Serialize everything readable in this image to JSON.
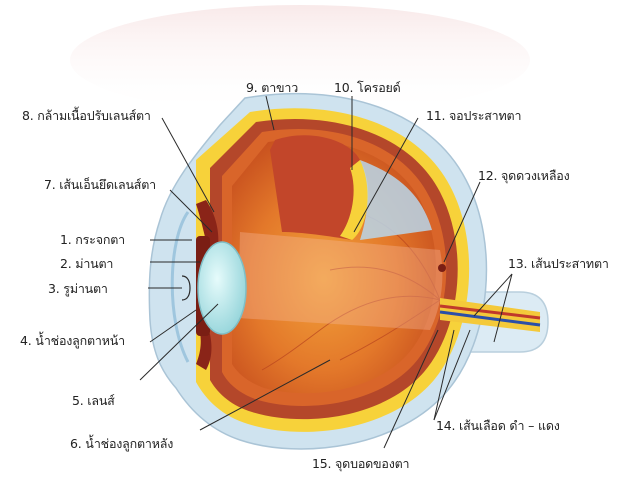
{
  "diagram": {
    "labels": {
      "ciliary_muscle": "8. กล้ามเนื้อปรับเลนส์ตา",
      "sclera": "9. ตาขาว",
      "choroid": "10. โครอยด์",
      "retina": "11. จอประสาทตา",
      "suspensory_ligament": "7. เส้นเอ็นยึดเลนส์ตา",
      "macula": "12. จุดดวงเหลือง",
      "cornea": "1. กระจกตา",
      "iris": "2. ม่านตา",
      "optic_nerve": "13. เส้นประสาทตา",
      "pupil": "3. รูม่านตา",
      "aqueous_humor": "4. น้ำช่องลูกตาหน้า",
      "lens": "5. เลนส์",
      "vessels": "14. เส้นเลือด ดำ – แดง",
      "vitreous_humor": "6. น้ำช่องลูกตาหลัง",
      "blind_spot": "15. จุดบอดของตา"
    },
    "colors": {
      "sclera_outer": "#cfe3ef",
      "sclera_wall": "#f7d23a",
      "choroid": "#b4472a",
      "retina_inner": "#e07a2a",
      "vitreous": "#e88a2c",
      "lens": "#bfe8ea",
      "iris": "#8a2418",
      "nerve": "#f4c93a",
      "leader": "#2a2a2a"
    }
  }
}
